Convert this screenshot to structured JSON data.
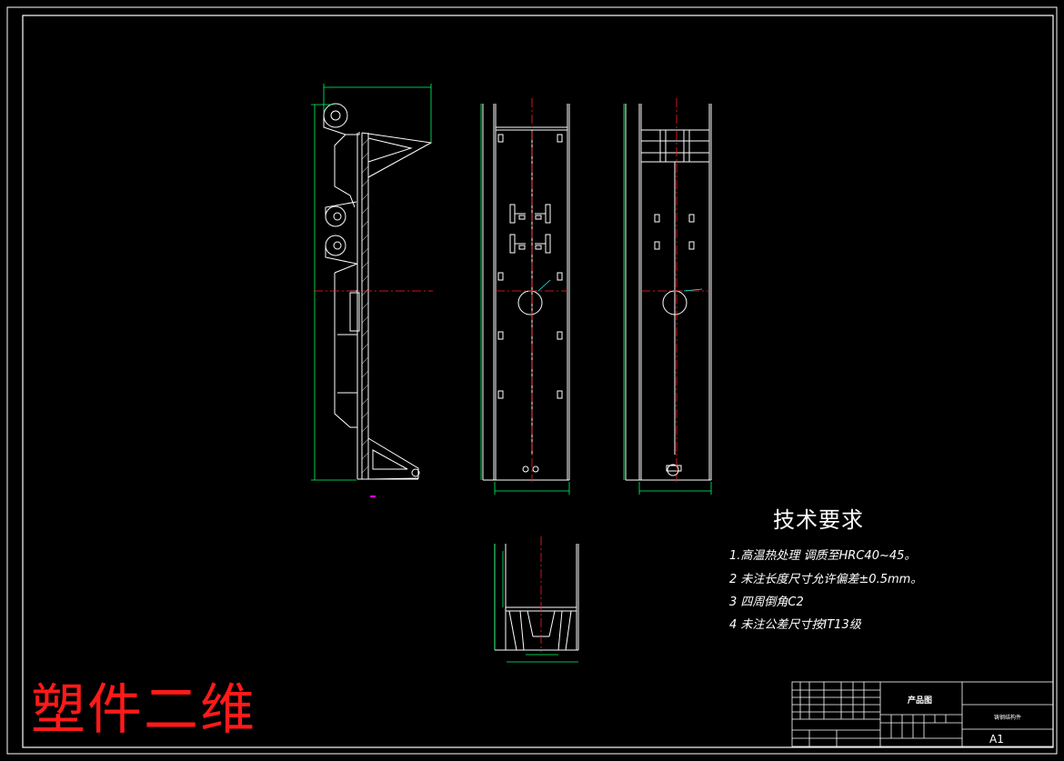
{
  "watermark": "塑件二维",
  "tech_requirements": {
    "title": "技术要求",
    "items": [
      "1.高温热处理 调质至HRC40~45。",
      "2 未注长度尺寸允许偏差±0.5mm。",
      "3 四周倒角C2",
      "4 未注公差尺寸按IT13级"
    ]
  },
  "title_block": {
    "product_label": "产品图",
    "drawing_name": "铸钢结构件",
    "sheet_size": "A1"
  },
  "colors": {
    "background": "#000000",
    "outline": "#ffffff",
    "dimension": "#00ff66",
    "centerline": "#ff2020",
    "annotation": "#00ffff",
    "watermark": "#ff1a1a",
    "marker": "#ff00ff"
  }
}
